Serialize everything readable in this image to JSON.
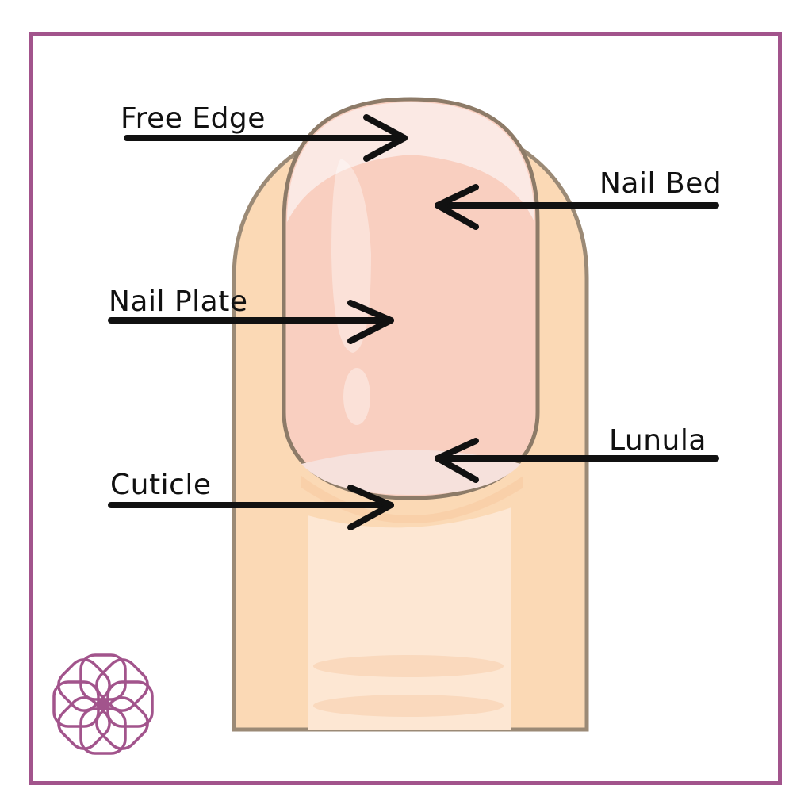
{
  "labels": {
    "free_edge": "Free Edge",
    "nail_bed": "Nail Bed",
    "nail_plate": "Nail Plate",
    "lunula": "Lunula",
    "cuticle": "Cuticle"
  },
  "colors": {
    "frame": "#a2548c",
    "finger": "#fbd9b5",
    "finger_light": "#fde7d3",
    "finger_outline": "#9b8a76",
    "nail_bed": "#f9cfc0",
    "free_edge": "#fbe9e4",
    "lunula": "#f6e1dc",
    "nail_outline": "#8d7b68",
    "arrow": "#111111",
    "logo": "#a2548c"
  },
  "icons": {
    "logo": "flower-logo-icon"
  }
}
